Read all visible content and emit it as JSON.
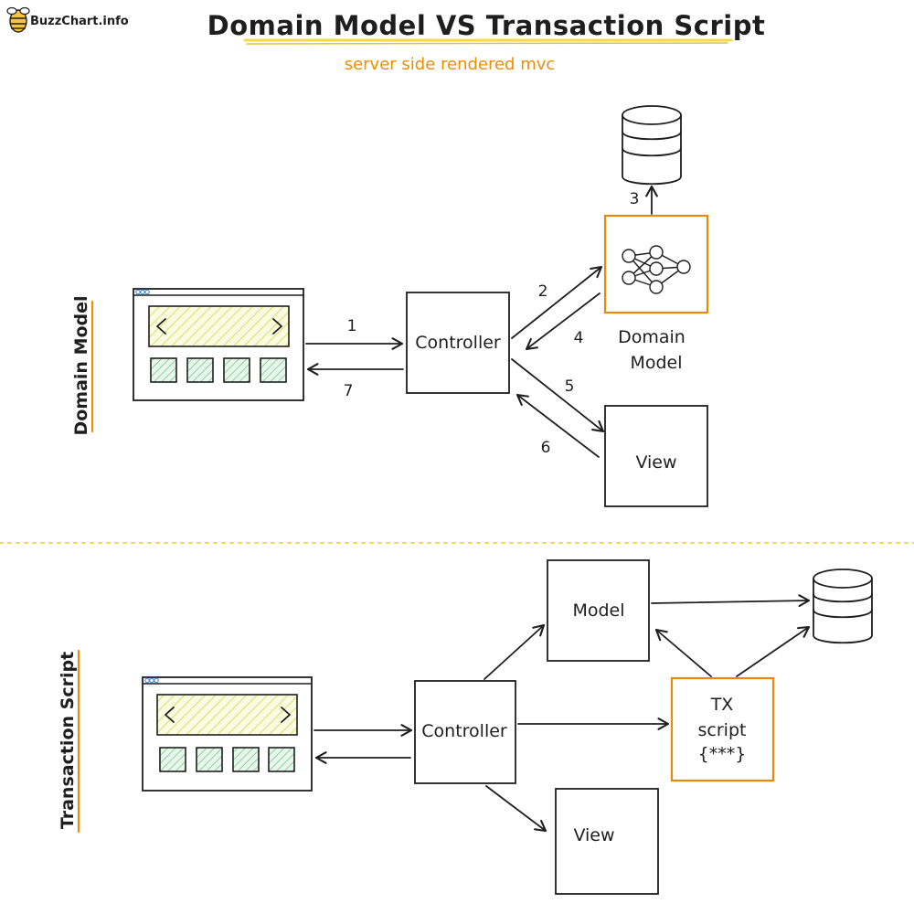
{
  "logo": {
    "text": "BuzzChart.info"
  },
  "title": "Domain Model VS Transaction Script",
  "subtitle": "server side rendered mvc",
  "sections": {
    "domain_model": {
      "side_label": "Domain Model"
    },
    "transaction_script": {
      "side_label": "Transaction Script"
    }
  },
  "domain_model_diagram": {
    "controller": "Controller",
    "domain_model_line1": "Domain",
    "domain_model_line2": "Model",
    "view": "View",
    "steps": [
      "1",
      "2",
      "3",
      "4",
      "5",
      "6",
      "7"
    ]
  },
  "transaction_script_diagram": {
    "controller": "Controller",
    "model": "Model",
    "tx_line1": "TX",
    "tx_line2": "script",
    "tx_line3": "{***}",
    "view": "View"
  },
  "colors": {
    "accent_orange": "#f08c00",
    "underline_yellow": "#f5d94a",
    "hatch_yellow": "#e9e98a",
    "hatch_green": "#8fd19e",
    "divider_yellow": "#f2d94a",
    "browser_bar_blue": "#4a90e2"
  }
}
